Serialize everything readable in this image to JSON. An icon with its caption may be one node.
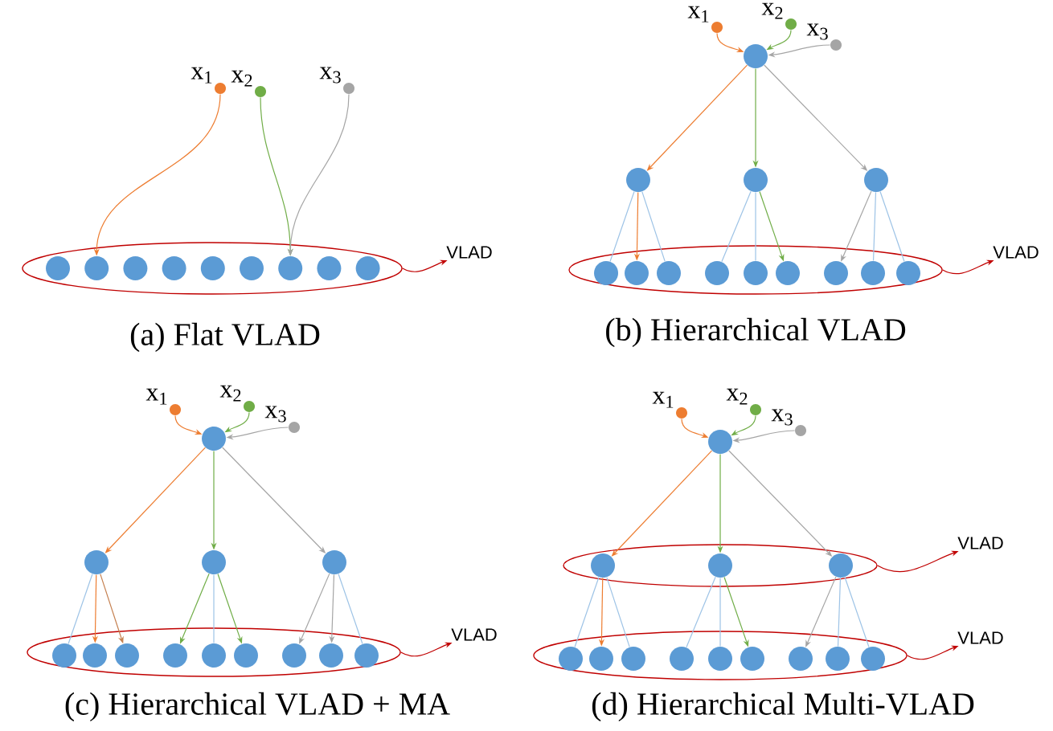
{
  "diagram": {
    "nodes": [
      {
        "text": [],
        "shape": "circle",
        "beside": [
          "x$_{1}$"
        ]
      },
      {
        "text": [],
        "shape": "circle",
        "beside": [
          "x$_{2}$"
        ]
      },
      {
        "text": [],
        "shape": "circle",
        "beside": [
          "x$_{3}$"
        ]
      },
      {
        "text": [],
        "shape": "ellipse"
      },
      {
        "text": [],
        "shape": "circle",
        "in": 3
      },
      {
        "text": [],
        "shape": "circle",
        "in": 3
      },
      {
        "text": [],
        "shape": "circle",
        "in": 3
      },
      {
        "text": [],
        "shape": "circle",
        "in": 3
      },
      {
        "text": [],
        "shape": "circle",
        "in": 3
      },
      {
        "text": [],
        "shape": "circle",
        "in": 3
      },
      {
        "text": [],
        "shape": "circle",
        "in": 3
      },
      {
        "text": [],
        "shape": "circle",
        "in": 3
      },
      {
        "text": [],
        "shape": "circle",
        "in": 3
      },
      {
        "text": [
          "VLAD"
        ]
      },
      {
        "text": [],
        "shape": "circle",
        "beside": [
          "x$_{1}$"
        ]
      },
      {
        "text": [],
        "shape": "circle",
        "beside": [
          "x$_{2}$"
        ]
      },
      {
        "text": [],
        "shape": "circle",
        "beside": [
          "x$_{3}$"
        ]
      },
      {
        "text": [],
        "shape": "circle"
      },
      {
        "text": [],
        "shape": "circle"
      },
      {
        "text": [],
        "shape": "circle"
      },
      {
        "text": [],
        "shape": "circle"
      },
      {
        "text": [],
        "shape": "ellipse"
      },
      {
        "text": [],
        "shape": "circle",
        "in": 21
      },
      {
        "text": [],
        "shape": "circle",
        "in": 21
      },
      {
        "text": [],
        "shape": "circle",
        "in": 21
      },
      {
        "text": [],
        "shape": "circle",
        "in": 21
      },
      {
        "text": [],
        "shape": "circle",
        "in": 21
      },
      {
        "text": [],
        "shape": "circle",
        "in": 21
      },
      {
        "text": [],
        "shape": "circle",
        "in": 21
      },
      {
        "text": [],
        "shape": "circle",
        "in": 21
      },
      {
        "text": [],
        "shape": "circle",
        "in": 21
      },
      {
        "text": [
          "VLAD"
        ]
      },
      {
        "text": [],
        "shape": "circle",
        "beside": [
          "x$_{1}$"
        ]
      },
      {
        "text": [],
        "shape": "circle",
        "beside": [
          "x$_{2}$"
        ]
      },
      {
        "text": [],
        "shape": "circle",
        "beside": [
          "x$_{3}$"
        ]
      },
      {
        "text": [],
        "shape": "circle"
      },
      {
        "text": [],
        "shape": "circle"
      },
      {
        "text": [],
        "shape": "circle"
      },
      {
        "text": [],
        "shape": "circle"
      },
      {
        "text": [],
        "shape": "ellipse"
      },
      {
        "text": [],
        "shape": "circle",
        "in": 39
      },
      {
        "text": [],
        "shape": "circle",
        "in": 39
      },
      {
        "text": [],
        "shape": "circle",
        "in": 39
      },
      {
        "text": [],
        "shape": "circle",
        "in": 39
      },
      {
        "text": [],
        "shape": "circle",
        "in": 39
      },
      {
        "text": [],
        "shape": "circle",
        "in": 39
      },
      {
        "text": [],
        "shape": "circle",
        "in": 39
      },
      {
        "text": [],
        "shape": "circle",
        "in": 39
      },
      {
        "text": [],
        "shape": "circle",
        "in": 39
      },
      {
        "text": [
          "VLAD"
        ]
      },
      {
        "text": [],
        "shape": "circle",
        "beside": [
          "x$_{1}$"
        ]
      },
      {
        "text": [],
        "shape": "circle",
        "beside": [
          "x$_{2}$"
        ]
      },
      {
        "text": [],
        "shape": "circle",
        "beside": [
          "x$_{3}$"
        ]
      },
      {
        "text": [],
        "shape": "circle"
      },
      {
        "text": [],
        "shape": "ellipse"
      },
      {
        "text": [],
        "shape": "circle",
        "in": 54
      },
      {
        "text": [],
        "shape": "circle",
        "in": 54
      },
      {
        "text": [],
        "shape": "circle",
        "in": 54
      },
      {
        "text": [
          "VLAD"
        ]
      },
      {
        "text": [],
        "shape": "ellipse"
      },
      {
        "text": [],
        "shape": "circle",
        "in": 59
      },
      {
        "text": [],
        "shape": "circle",
        "in": 59
      },
      {
        "text": [],
        "shape": "circle",
        "in": 59
      },
      {
        "text": [],
        "shape": "circle",
        "in": 59
      },
      {
        "text": [],
        "shape": "circle",
        "in": 59
      },
      {
        "text": [],
        "shape": "circle",
        "in": 59
      },
      {
        "text": [],
        "shape": "circle",
        "in": 59
      },
      {
        "text": [],
        "shape": "circle",
        "in": 59
      },
      {
        "text": [],
        "shape": "circle",
        "in": 59
      },
      {
        "text": [
          "VLAD"
        ]
      }
    ],
    "edges": [
      {
        "from": 0,
        "to": 5,
        "arrow": "to",
        "color": "#ed7d31"
      },
      {
        "from": 1,
        "to": 10,
        "arrow": "to",
        "color": "#70ad47"
      },
      {
        "from": 2,
        "to": 10,
        "arrow": "to",
        "color": "#a5a5a5"
      },
      {
        "from": 3,
        "to": 13,
        "arrow": "to",
        "color": "#c00000"
      },
      {
        "from": 14,
        "to": 17,
        "arrow": "to",
        "color": "#ed7d31"
      },
      {
        "from": 15,
        "to": 17,
        "arrow": "to",
        "color": "#70ad47"
      },
      {
        "from": 16,
        "to": 17,
        "arrow": "to",
        "color": "#a5a5a5"
      },
      {
        "from": 17,
        "to": 18,
        "arrow": "to",
        "color": "#ed7d31"
      },
      {
        "from": 17,
        "to": 19,
        "arrow": "to",
        "color": "#70ad47"
      },
      {
        "from": 17,
        "to": 20,
        "arrow": "to",
        "color": "#a5a5a5"
      },
      {
        "from": 18,
        "to": 22,
        "arrow": "none",
        "color": "#9dc3e6"
      },
      {
        "from": 18,
        "to": 23,
        "arrow": "to",
        "color": "#ed7d31"
      },
      {
        "from": 18,
        "to": 24,
        "arrow": "none",
        "color": "#9dc3e6"
      },
      {
        "from": 19,
        "to": 25,
        "arrow": "none",
        "color": "#9dc3e6"
      },
      {
        "from": 19,
        "to": 26,
        "arrow": "none",
        "color": "#9dc3e6"
      },
      {
        "from": 19,
        "to": 27,
        "arrow": "to",
        "color": "#70ad47"
      },
      {
        "from": 20,
        "to": 28,
        "arrow": "to",
        "color": "#a5a5a5"
      },
      {
        "from": 20,
        "to": 29,
        "arrow": "none",
        "color": "#9dc3e6"
      },
      {
        "from": 20,
        "to": 30,
        "arrow": "none",
        "color": "#9dc3e6"
      },
      {
        "from": 21,
        "to": 31,
        "arrow": "to",
        "color": "#c00000"
      },
      {
        "from": 32,
        "to": 35,
        "arrow": "to",
        "color": "#ed7d31"
      },
      {
        "from": 33,
        "to": 35,
        "arrow": "to",
        "color": "#70ad47"
      },
      {
        "from": 34,
        "to": 35,
        "arrow": "to",
        "color": "#a5a5a5"
      },
      {
        "from": 35,
        "to": 36,
        "arrow": "to",
        "color": "#ed7d31"
      },
      {
        "from": 35,
        "to": 37,
        "arrow": "to",
        "color": "#70ad47"
      },
      {
        "from": 35,
        "to": 38,
        "arrow": "to",
        "color": "#a5a5a5"
      },
      {
        "from": 36,
        "to": 40,
        "arrow": "none",
        "color": "#9dc3e6"
      },
      {
        "from": 36,
        "to": 41,
        "arrow": "to",
        "color": "#ed7d31"
      },
      {
        "from": 36,
        "to": 42,
        "arrow": "to",
        "color": "#c5804f"
      },
      {
        "from": 37,
        "to": 43,
        "arrow": "to",
        "color": "#70ad47"
      },
      {
        "from": 37,
        "to": 44,
        "arrow": "none",
        "color": "#9dc3e6"
      },
      {
        "from": 37,
        "to": 45,
        "arrow": "to",
        "color": "#70ad47"
      },
      {
        "from": 38,
        "to": 46,
        "arrow": "to",
        "color": "#a5a5a5"
      },
      {
        "from": 38,
        "to": 47,
        "arrow": "to",
        "color": "#a5a5a5"
      },
      {
        "from": 38,
        "to": 48,
        "arrow": "none",
        "color": "#9dc3e6"
      },
      {
        "from": 39,
        "to": 49,
        "arrow": "to",
        "color": "#c00000"
      },
      {
        "from": 50,
        "to": 53,
        "arrow": "to",
        "color": "#ed7d31"
      },
      {
        "from": 51,
        "to": 53,
        "arrow": "to",
        "color": "#70ad47"
      },
      {
        "from": 52,
        "to": 53,
        "arrow": "to",
        "color": "#a5a5a5"
      },
      {
        "from": 53,
        "to": 55,
        "arrow": "to",
        "color": "#ed7d31"
      },
      {
        "from": 53,
        "to": 56,
        "arrow": "to",
        "color": "#70ad47"
      },
      {
        "from": 53,
        "to": 57,
        "arrow": "to",
        "color": "#a5a5a5"
      },
      {
        "from": 54,
        "to": 58,
        "arrow": "to",
        "color": "#c00000"
      },
      {
        "from": 55,
        "to": 60,
        "arrow": "none",
        "color": "#9dc3e6"
      },
      {
        "from": 55,
        "to": 61,
        "arrow": "to",
        "color": "#ed7d31"
      },
      {
        "from": 55,
        "to": 62,
        "arrow": "none",
        "color": "#9dc3e6"
      },
      {
        "from": 56,
        "to": 63,
        "arrow": "none",
        "color": "#9dc3e6"
      },
      {
        "from": 56,
        "to": 64,
        "arrow": "none",
        "color": "#9dc3e6"
      },
      {
        "from": 56,
        "to": 65,
        "arrow": "to",
        "color": "#70ad47"
      },
      {
        "from": 57,
        "to": 66,
        "arrow": "to",
        "color": "#a5a5a5"
      },
      {
        "from": 57,
        "to": 67,
        "arrow": "none",
        "color": "#9dc3e6"
      },
      {
        "from": 57,
        "to": 68,
        "arrow": "none",
        "color": "#9dc3e6"
      },
      {
        "from": 59,
        "to": 69,
        "arrow": "to",
        "color": "#c00000"
      }
    ],
    "labels": [
      "(a) Flat VLAD",
      "(b) Hierarchical VLAD",
      "(c) Hierarchical VLAD + MA",
      "(d) Hierarchical Multi-VLAD"
    ]
  }
}
